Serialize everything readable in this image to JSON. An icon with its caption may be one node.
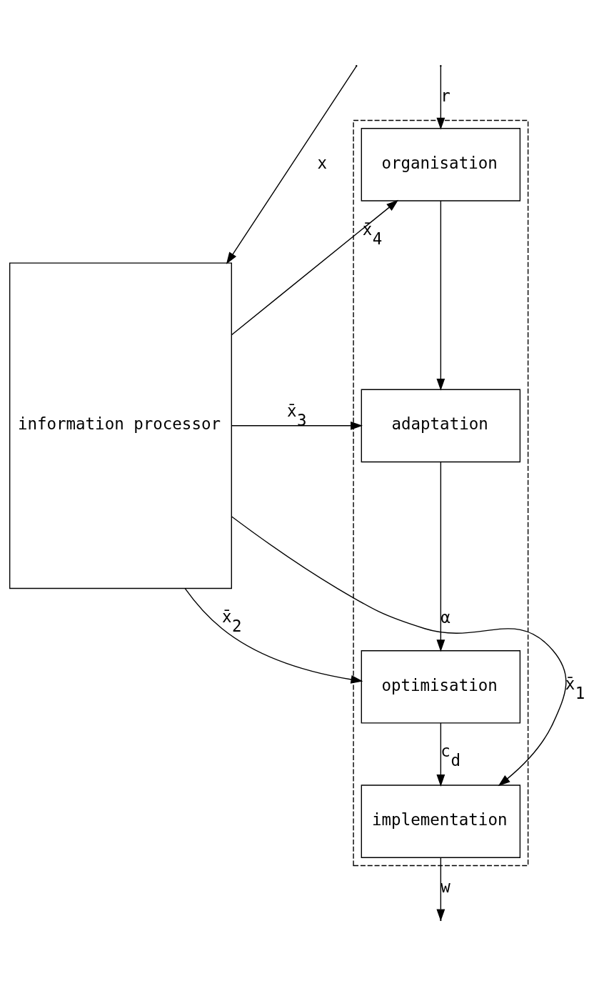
{
  "diagram": {
    "nodes": [
      {
        "text": [],
        "shape": "box"
      },
      {
        "text": [
          "organisation"
        ],
        "in": 0
      },
      {
        "text": [
          "adaptation"
        ],
        "in": 0
      },
      {
        "text": [
          "optimisation"
        ],
        "in": 0
      },
      {
        "text": [
          "implementation"
        ],
        "in": 0
      },
      {
        "text": [
          "information processor"
        ]
      }
    ],
    "edges": [
      {
        "from": null,
        "to": 1,
        "arrow": "to",
        "label": "r"
      },
      {
        "from": 1,
        "to": 2,
        "arrow": "to"
      },
      {
        "from": 2,
        "to": 3,
        "arrow": "to",
        "label": "α"
      },
      {
        "from": 3,
        "to": 4,
        "arrow": "to",
        "label": "c$_{d}$"
      },
      {
        "from": 4,
        "to": null,
        "arrow": "to",
        "label": "w"
      },
      {
        "from": 5,
        "to": 1,
        "arrow": "to",
        "label": "x̄$_{4}$"
      },
      {
        "from": 5,
        "to": 2,
        "arrow": "to",
        "label": "x̄$_{3}$"
      },
      {
        "from": 5,
        "to": 3,
        "arrow": "to",
        "label": "x̄$_{2}$"
      },
      {
        "from": 5,
        "to": 4,
        "arrow": "to",
        "label": "x̄$_{1}$"
      },
      {
        "from": null,
        "to": 5,
        "arrow": "to",
        "label": "x"
      }
    ]
  }
}
